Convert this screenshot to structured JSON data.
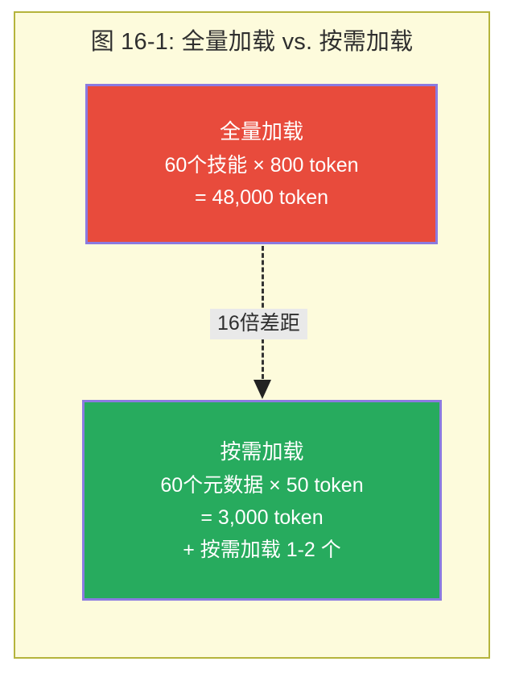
{
  "figure": {
    "title": "图 16-1: 全量加载 vs. 按需加载",
    "frame_border_color": "#b5b43c",
    "canvas_color": "#fdfbdc"
  },
  "nodes": [
    {
      "id": "full-load",
      "heading": "全量加载",
      "detail_1": "60个技能 × 800 token",
      "detail_2": "= 48,000 token",
      "fill_color": "#e84b3c",
      "border_color": "#8b7ae0",
      "text_color": "#ffffff"
    },
    {
      "id": "on-demand",
      "heading": "按需加载",
      "detail_1": "60个元数据 × 50 token",
      "detail_2": "= 3,000 token",
      "detail_3": "+ 按需加载 1-2 个",
      "fill_color": "#27ab5e",
      "border_color": "#8b7ae0",
      "text_color": "#ffffff"
    }
  ],
  "edge": {
    "label": "16倍差距",
    "style": "dashed",
    "direction": "down",
    "line_color": "#333333",
    "label_background": "#e9e9e9"
  }
}
